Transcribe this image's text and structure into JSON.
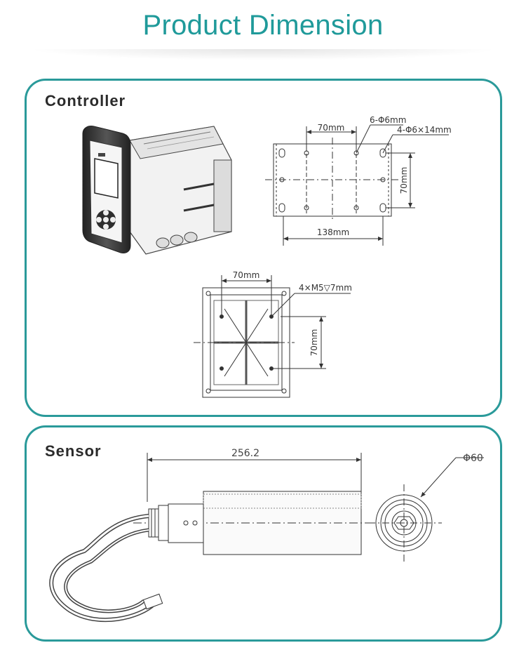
{
  "page_title": "Product Dimension",
  "colors": {
    "accent": "#2a9a9a",
    "title": "#1f9a9a",
    "line": "#333333"
  },
  "controller": {
    "label": "Controller",
    "dims": {
      "top_width": "70mm",
      "holes_6": "6-Φ6mm",
      "holes_4": "4-Φ6×14mm",
      "height": "70mm",
      "total_width": "138mm",
      "back_width": "70mm",
      "screws": "4×M5▽7mm",
      "back_height": "70mm"
    }
  },
  "sensor": {
    "label": "Sensor",
    "length": "256.2",
    "diameter": "Φ60"
  }
}
